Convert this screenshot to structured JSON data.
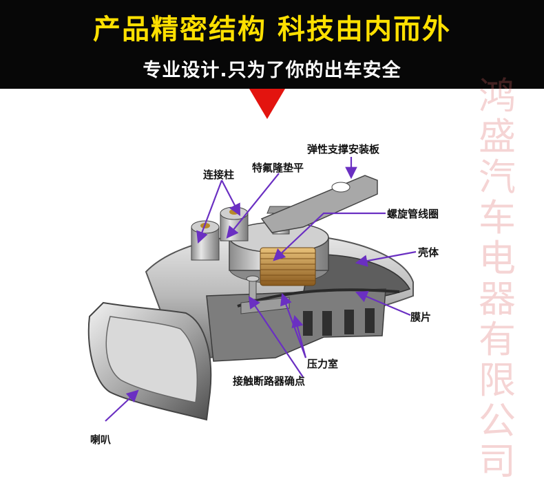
{
  "header": {
    "title": "产品精密结构 科技由内而外",
    "subtitle": "专业设计.只为了你的出车安全"
  },
  "watermark": {
    "chars": [
      "鸿",
      "盛",
      "汽",
      "车",
      "电",
      "器",
      "有",
      "限",
      "公",
      "司"
    ]
  },
  "labels": {
    "support_plate": "弹性支撑安装板",
    "terminal_post": "连接柱",
    "teflon_washer": "特氟隆垫平",
    "spiral_coil": "螺旋管线圈",
    "housing": "壳体",
    "diaphragm": "膜片",
    "pressure_chamber": "压力室",
    "contact_breaker": "接触断路器确点",
    "horn_bell": "喇叭"
  },
  "colors": {
    "banner_bg": "#070707",
    "title": "#ffe000",
    "subtitle": "#ffffff",
    "arrow": "#e3140f",
    "leader_line": "#6a2fc2"
  }
}
